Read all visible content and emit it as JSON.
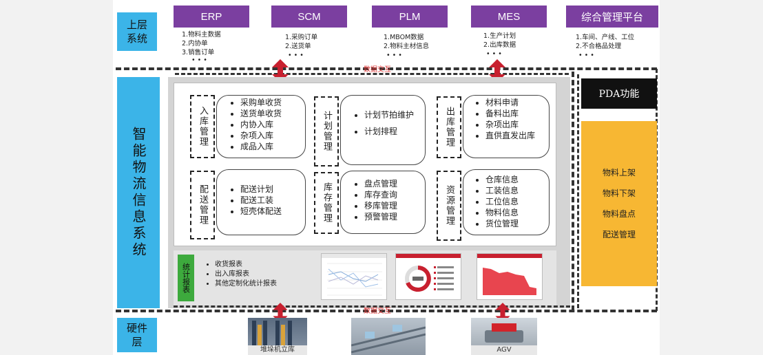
{
  "upper": {
    "label": "上层\n系统",
    "systems": [
      {
        "name": "ERP",
        "items": [
          "1.物料主数据",
          "2.内协单",
          "3.销售订单"
        ]
      },
      {
        "name": "SCM",
        "items": [
          "1.采购订单",
          "2.送货单"
        ]
      },
      {
        "name": "PLM",
        "items": [
          "1.MBOM数据",
          "2.物料主材信息"
        ]
      },
      {
        "name": "MES",
        "items": [
          "1.生产计划",
          "2.出库数据"
        ]
      },
      {
        "name": "综合管理平台",
        "items": [
          "1.车间、产线、工位",
          "2.不合格品处理"
        ]
      }
    ],
    "ellipsis": "• • •"
  },
  "exchange_label": "数据交互",
  "main": {
    "label": "智能物流信息系统",
    "modules": [
      {
        "title": "入库管理",
        "items": [
          "采购单收货",
          "送货单收货",
          "内协入库",
          "杂项入库",
          "成品入库"
        ]
      },
      {
        "title": "计划管理",
        "items": [
          "计划节拍维护",
          "计划排程"
        ]
      },
      {
        "title": "出库管理",
        "items": [
          "材料申请",
          "备料出库",
          "杂项出库",
          "直供直发出库"
        ]
      },
      {
        "title": "配送管理",
        "items": [
          "配送计划",
          "配送工装",
          "短壳体配送"
        ]
      },
      {
        "title": "库存管理",
        "items": [
          "盘点管理",
          "库存查询",
          "移库管理",
          "预警管理"
        ]
      },
      {
        "title": "资源管理",
        "items": [
          "仓库信息",
          "工装信息",
          "工位信息",
          "物料信息",
          "货位管理"
        ]
      }
    ],
    "report": {
      "title": "统计报表",
      "items": [
        "收货报表",
        "出入库报表",
        "其他定制化统计报表"
      ]
    }
  },
  "pda": {
    "title": "PDA功能",
    "items": [
      "物料上架",
      "物料下架",
      "物料盘点",
      "配送管理"
    ]
  },
  "hardware": {
    "label": "硬件\n层",
    "devices": [
      "堆垛机立库",
      "",
      "AGV"
    ]
  },
  "colors": {
    "cyan": "#3bb4e8",
    "purple": "#7b3fa0",
    "orange": "#f7b733",
    "arrow_red": "#c8202f",
    "report_green": "#3daa3d"
  }
}
